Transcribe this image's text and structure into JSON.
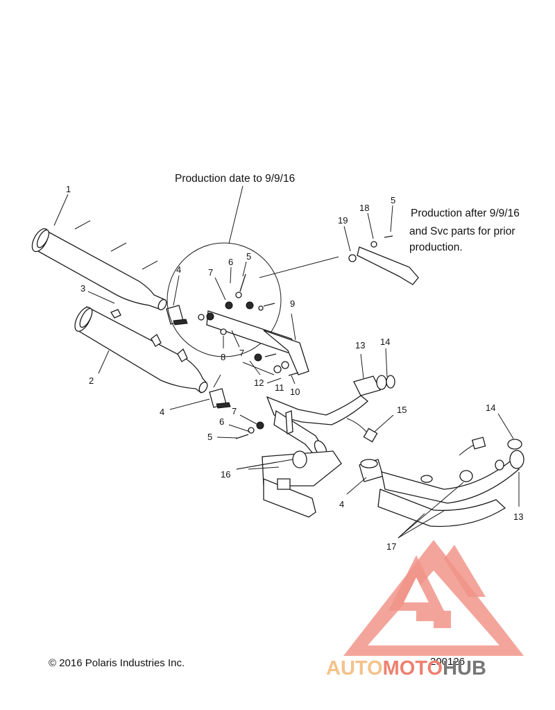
{
  "notes": {
    "before": "Production date to 9/9/16",
    "after_line1": "Production after 9/9/16",
    "after_line2": "and Svc parts for prior",
    "after_line3": "production."
  },
  "callouts": {
    "c1": "1",
    "c2": "2",
    "c3": "3",
    "c4a": "4",
    "c4b": "4",
    "c4c": "4",
    "c5a": "5",
    "c5b": "5",
    "c5c": "5",
    "c6a": "6",
    "c6b": "6",
    "c7a": "7",
    "c7b": "7",
    "c7c": "7",
    "c8": "8",
    "c9": "9",
    "c10": "10",
    "c11": "11",
    "c12": "12",
    "c13a": "13",
    "c13b": "13",
    "c14a": "14",
    "c14b": "14",
    "c15": "15",
    "c16": "16",
    "c17": "17",
    "c18": "18",
    "c19": "19"
  },
  "footer": {
    "copyright": "© 2016 Polaris Industries Inc.",
    "diagram_number": "200126"
  },
  "watermark": {
    "text_part1": "AUTO",
    "text_part2": "MOTO",
    "text_part3": "HUB",
    "color_primary": "#ee8070",
    "color_secondary": "#f5c28a",
    "color_tertiary": "#777777"
  }
}
